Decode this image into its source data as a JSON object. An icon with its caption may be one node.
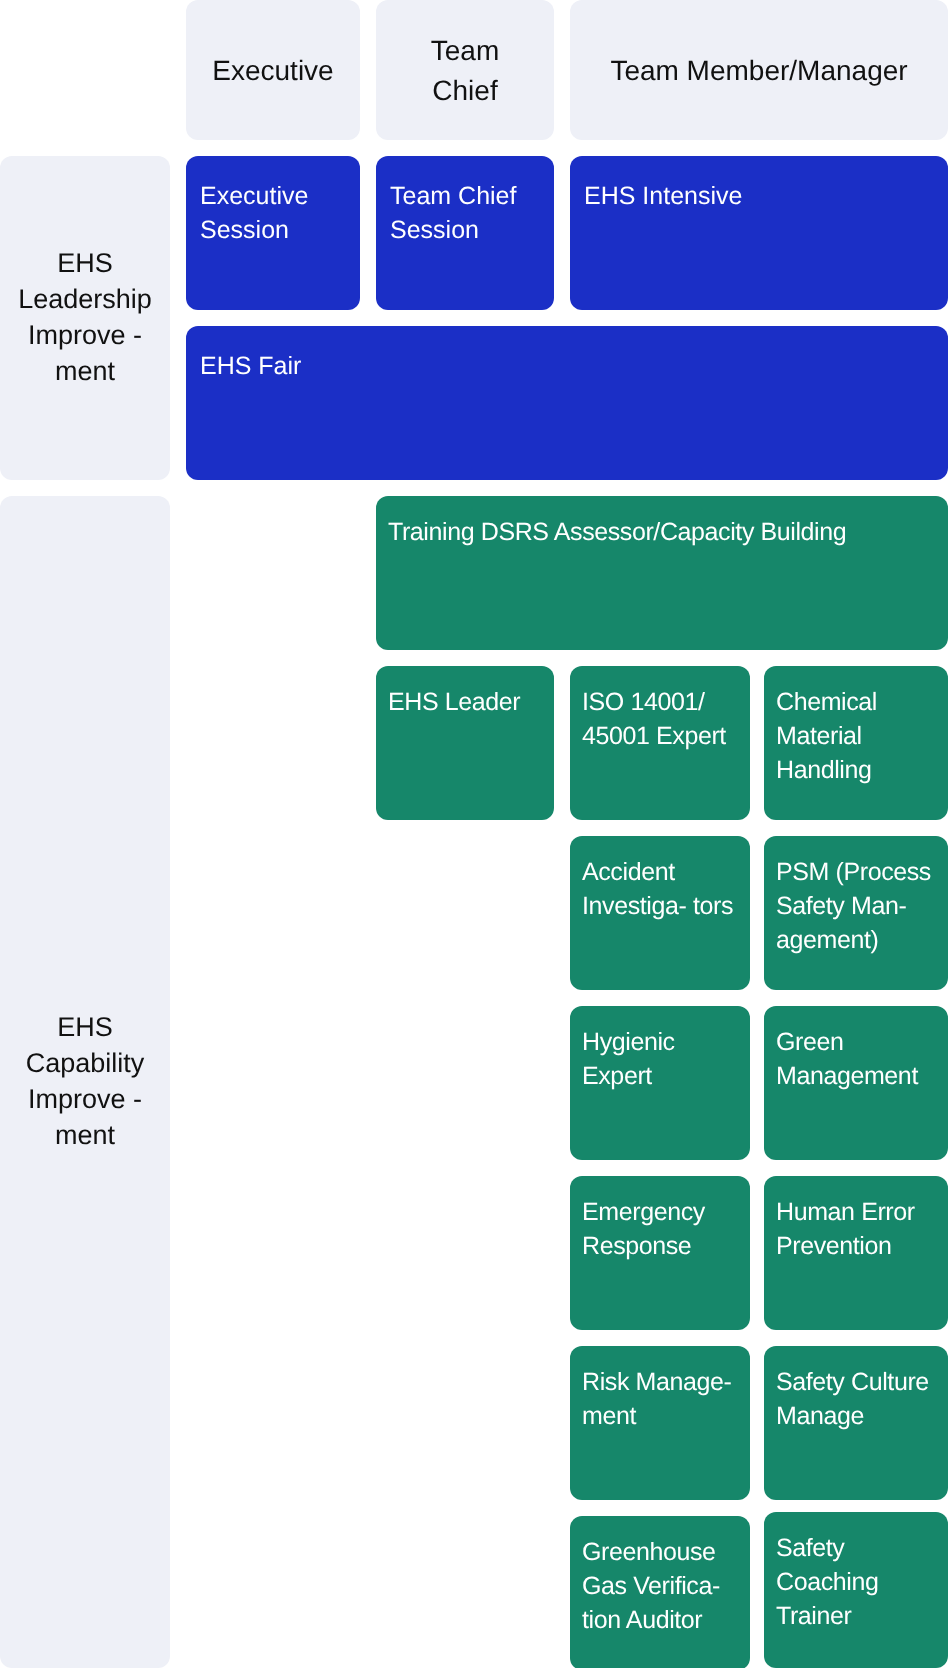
{
  "diagram": {
    "nodes": [
      {
        "text": [
          "Executive"
        ]
      },
      {
        "text": [
          "Team Chief"
        ]
      },
      {
        "text": [
          "Team Member/Manager"
        ]
      },
      {
        "text": [
          "EHS Leadership Improve -ment"
        ]
      },
      {
        "text": [
          "Executive Session"
        ]
      },
      {
        "text": [
          "Team Chief Session"
        ]
      },
      {
        "text": [
          "EHS Intensive"
        ]
      },
      {
        "text": [
          "EHS Fair"
        ]
      },
      {
        "text": [
          "EHS Capability Improve -ment"
        ]
      },
      {
        "text": [
          "Training DSRS Assessor/Capacity Building"
        ]
      },
      {
        "text": [
          "EHS Leader"
        ]
      },
      {
        "text": [
          "ISO 14001/ 45001 Expert"
        ]
      },
      {
        "text": [
          "Chemical Material Handling"
        ]
      },
      {
        "text": [
          "Accident Investiga- tors"
        ]
      },
      {
        "text": [
          "PSM (Process Safety Man- agement)"
        ]
      },
      {
        "text": [
          "Hygienic Expert"
        ]
      },
      {
        "text": [
          "Green Management"
        ]
      },
      {
        "text": [
          "Emergency Response"
        ]
      },
      {
        "text": [
          "Human Error Prevention"
        ]
      },
      {
        "text": [
          "Risk Manage- ment"
        ]
      },
      {
        "text": [
          "Safety Culture Manage"
        ]
      },
      {
        "text": [
          "Greenhouse Gas Verifica- tion Auditor"
        ]
      },
      {
        "text": [
          "Safety Coaching Trainer"
        ]
      }
    ]
  }
}
